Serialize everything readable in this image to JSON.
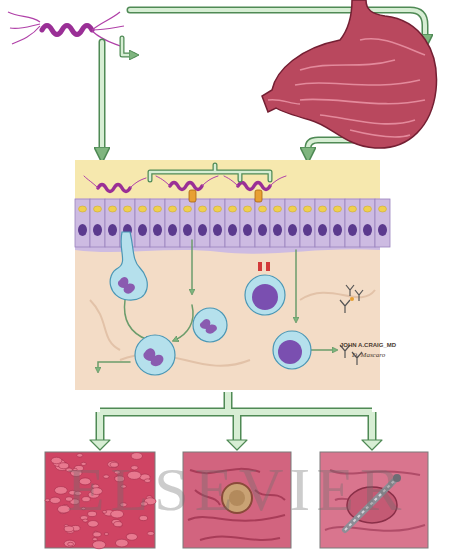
{
  "diagram": {
    "labels": [
      "JOHN A.CRAIG_MD",
      "D. Mascaro",
      "ELSEVIER"
    ]
  }
}
